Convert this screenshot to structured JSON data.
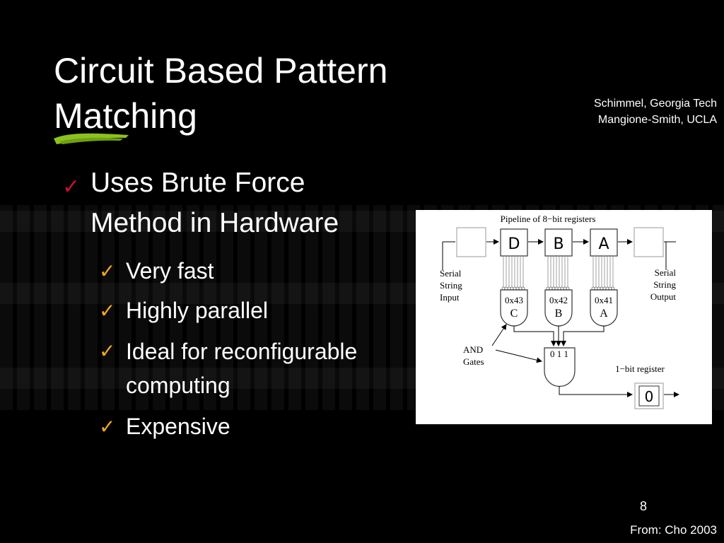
{
  "slide": {
    "title_line1": "Circuit Based Pattern",
    "title_line2": "Matching",
    "credit_line1": "Schimmel, Georgia Tech",
    "credit_line2": "Mangione-Smith, UCLA",
    "page_number": "8",
    "source": "From: Cho 2003"
  },
  "bullets": {
    "main_line1": "Uses Brute Force",
    "main_line2": "Method in Hardware",
    "sub": [
      "Very fast",
      "Highly parallel",
      "Ideal for reconfigurable computing",
      "Expensive"
    ]
  },
  "diagram": {
    "title": "Pipeline of 8−bit registers",
    "registers": [
      "D",
      "B",
      "A"
    ],
    "input_label": [
      "Serial",
      "String",
      "Input"
    ],
    "output_label": [
      "Serial",
      "String",
      "Output"
    ],
    "gates": [
      {
        "hex": "0x43",
        "char": "C"
      },
      {
        "hex": "0x42",
        "char": "B"
      },
      {
        "hex": "0x41",
        "char": "A"
      }
    ],
    "and_label": [
      "AND",
      "Gates"
    ],
    "final_gate_bits": "0 1 1",
    "one_bit_label": "1−bit register",
    "one_bit_value": "0"
  }
}
